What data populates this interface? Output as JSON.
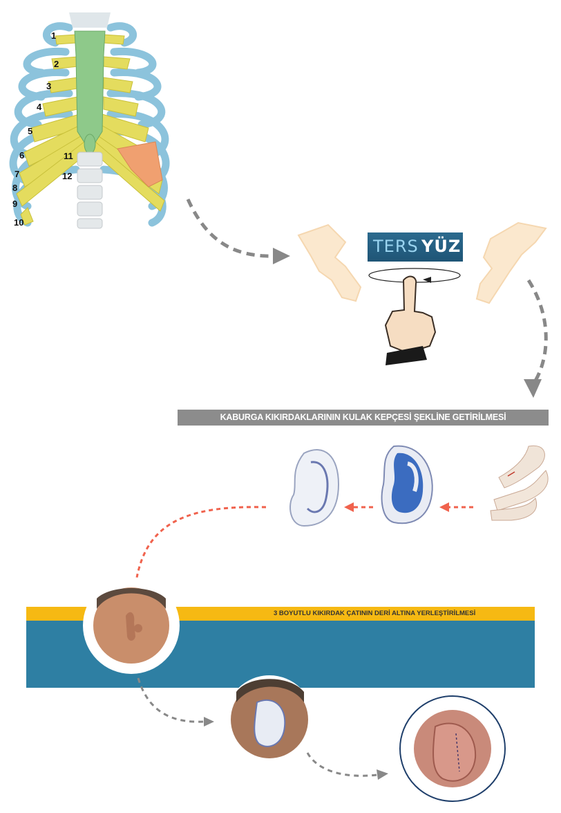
{
  "rib_labels": [
    "1",
    "2",
    "3",
    "4",
    "5",
    "6",
    "7",
    "8",
    "9",
    "10",
    "11",
    "12"
  ],
  "logo": {
    "part1": "TERS",
    "part2": "YÜZ"
  },
  "banner1": "KABURGA KIKIRDAKLARININ KULAK KEPÇESİ ŞEKLİNE GETİRİLMESİ",
  "banner2": "3 BOYUTLU KIKIRDAK ÇATININ  DERİ ALTINA YERLEŞTİRİLMESİ",
  "colors": {
    "gray_banner": "#8c8c8c",
    "yellow_bar": "#f6b913",
    "teal": "#2e7fa3",
    "red_arrow": "#f0624d",
    "gray_arrow": "#888888"
  }
}
